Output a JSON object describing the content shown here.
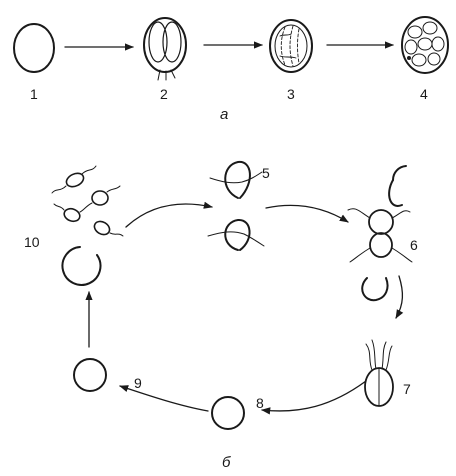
{
  "diagram": {
    "ink_color": "#1a1a1a",
    "background": "#ffffff",
    "part_a": {
      "caption": "а",
      "stages": [
        {
          "label": "1"
        },
        {
          "label": "2"
        },
        {
          "label": "3"
        },
        {
          "label": "4"
        }
      ]
    },
    "part_b": {
      "caption": "б",
      "stages": [
        {
          "label": "5"
        },
        {
          "label": "6"
        },
        {
          "label": "7"
        },
        {
          "label": "8"
        },
        {
          "label": "9"
        },
        {
          "label": "10"
        }
      ]
    }
  }
}
